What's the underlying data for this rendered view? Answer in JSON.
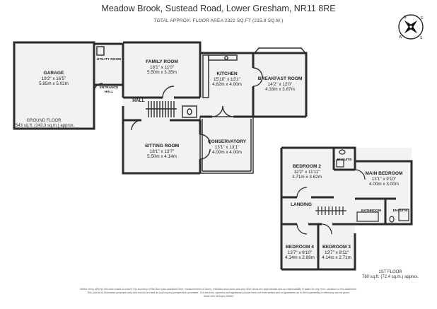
{
  "header": {
    "title": "Meadow Brook, Sustead Road, Lower Gresham, NR11 8RE",
    "subtitle": "TOTAL APPROX. FLOOR AREA 2322 SQ.FT (215.8 SQ.M.)"
  },
  "compass": {
    "letters": [
      "N",
      "E",
      "S",
      "W"
    ],
    "icon": "compass-rose-icon"
  },
  "ground_floor": {
    "label_line1": "GROUND FLOOR",
    "label_line2": "1543 sq.ft. (143.3 sq.m.) approx.",
    "rooms": {
      "garage": {
        "name": "GARAGE",
        "imperial": "19'2\" x 16'5\"",
        "metric": "5.85m x 5.02m"
      },
      "utility": {
        "name": "UTILITY ROOM"
      },
      "entrance": {
        "name": "ENTRANCE",
        "name2": "HALL"
      },
      "family": {
        "name": "FAMILY ROOM",
        "imperial": "18'1\" x 11'0\"",
        "metric": "5.50m x 3.35m"
      },
      "kitchen": {
        "name": "KITCHEN",
        "imperial": "15'10\" x 13'1\"",
        "metric": "4.82m x 4.00m"
      },
      "breakfast": {
        "name": "BREAKFAST ROOM",
        "imperial": "14'2\" x 12'0\"",
        "metric": "4.33m x 3.67m"
      },
      "hall": {
        "name": "HALL"
      },
      "sitting": {
        "name": "SITTING ROOM",
        "imperial": "18'1\" x 13'7\"",
        "metric": "5.50m x 4.14m"
      },
      "conservatory": {
        "name": "CONSERVATORY",
        "imperial": "13'1\" x 13'1\"",
        "metric": "4.00m x 4.00m"
      }
    }
  },
  "first_floor": {
    "label_line1": "1ST FLOOR",
    "label_line2": "780 sq.ft. (72.4 sq.m.) approx.",
    "rooms": {
      "bedroom2": {
        "name": "BEDROOM 2",
        "imperial": "12'2\" x 11'11\"",
        "metric": "3.71m x 3.62m"
      },
      "ensuite1": {
        "name": "ENSUITE"
      },
      "main": {
        "name": "MAIN BEDROOM",
        "imperial": "13'1\" x 9'10\"",
        "metric": "4.00m x 3.00m"
      },
      "landing": {
        "name": "LANDING"
      },
      "bathroom": {
        "name": "BATHROOM"
      },
      "ensuite2": {
        "name": "ENSUITE"
      },
      "bedroom4": {
        "name": "BEDROOM 4",
        "imperial": "13'7\" x 8'10\"",
        "metric": "4.14m x 2.69m"
      },
      "bedroom3": {
        "name": "BEDROOM 3",
        "imperial": "13'7\" x 8'11\"",
        "metric": "4.14m x 2.71m"
      }
    }
  },
  "footer": {
    "line1": "Whilst every attempt has been made to ensure the accuracy of the floor plan contained here, measurements of doors, windows and rooms and any other items are approximate and no responsibility is taken for any error, omission or mis-statement.",
    "line2": "This plan is for illustrative purposes only and should be used as such by any prospective purchaser. The services, systems and appliances shown have not been tested and no guarantee as to their operability or efficiency can be given.",
    "line3": "Made with Metropix ©2022"
  }
}
